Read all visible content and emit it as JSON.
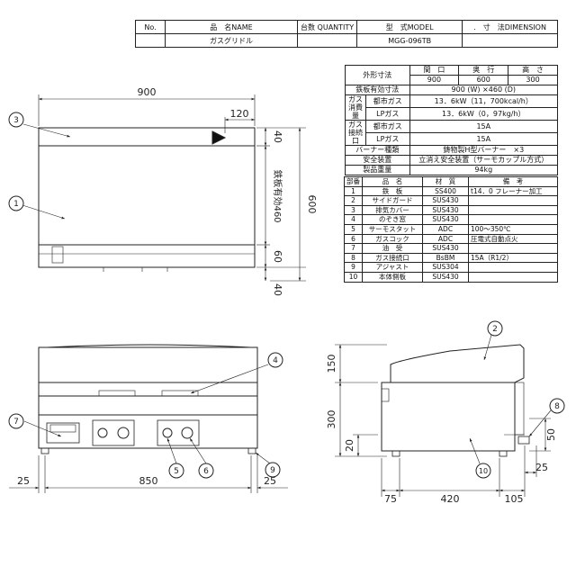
{
  "header": {
    "col_no": "No.",
    "col_name": "品　名NAME",
    "col_qty": "台数 QUANTITY",
    "col_model": "型　式MODEL",
    "col_dim": ".　寸　法DIMENSION",
    "product_name": "ガスグリドル",
    "model": "MGG-096TB"
  },
  "spec": {
    "outer_label": "外形寸法",
    "w_label": "間　口",
    "d_label": "奥　行",
    "h_label": "高　さ",
    "w": "900",
    "d": "600",
    "h": "300",
    "plate_label": "鉄板有効寸法",
    "plate_value": "900 (W) ×460 (D)",
    "gas_consumption_label": "ガス\n消費量",
    "city_gas": "都市ガス",
    "lp_gas": "LPガス",
    "city_value": "13．6kW（11，700kcal/h）",
    "lp_value": "13．6kW（0，97kg/h）",
    "gas_conn_label": "ガス\n接続口",
    "city_conn": "15A",
    "lp_conn": "15A",
    "burner_label": "バーナー種類",
    "burner_value": "鋳物製H型バーナー　×3",
    "safety_label": "安全装置",
    "safety_value": "立消え安全装置（サーモカップル方式）",
    "weight_label": "製品重量",
    "weight_value": "94kg"
  },
  "parts": {
    "headers": [
      "部番",
      "品　名",
      "材　質",
      "備　考"
    ],
    "rows": [
      [
        "1",
        "鉄　板",
        "SS400",
        "t14．0 フレーナー加工"
      ],
      [
        "2",
        "サイドガード",
        "SUS430",
        ""
      ],
      [
        "3",
        "排気カバー",
        "SUS430",
        ""
      ],
      [
        "4",
        "のぞき窓",
        "SUS430",
        ""
      ],
      [
        "5",
        "サーモスタット",
        "ADC",
        "100～350℃"
      ],
      [
        "6",
        "ガスコック",
        "ADC",
        "圧電式自動点火"
      ],
      [
        "7",
        "油　受",
        "SUS430",
        ""
      ],
      [
        "8",
        "ガス接続口",
        "BsBM",
        "15A（R1/2）"
      ],
      [
        "9",
        "アジャスト",
        "SUS304",
        ""
      ],
      [
        "10",
        "本体側板",
        "SUS430",
        ""
      ]
    ]
  },
  "dims": {
    "top_w": "900",
    "top_120": "120",
    "top_40": "40",
    "plate_d": "鉄板有効460",
    "depth": "600",
    "d60": "60",
    "d40": "40",
    "front_25a": "25",
    "front_850": "850",
    "front_25b": "25",
    "side_150": "150",
    "side_300": "300",
    "side_20": "20",
    "side_75": "75",
    "side_420": "420",
    "side_105": "105",
    "side_50": "50",
    "side_25": "25"
  },
  "callouts": [
    "1",
    "2",
    "3",
    "4",
    "5",
    "6",
    "7",
    "8",
    "9",
    "10"
  ]
}
